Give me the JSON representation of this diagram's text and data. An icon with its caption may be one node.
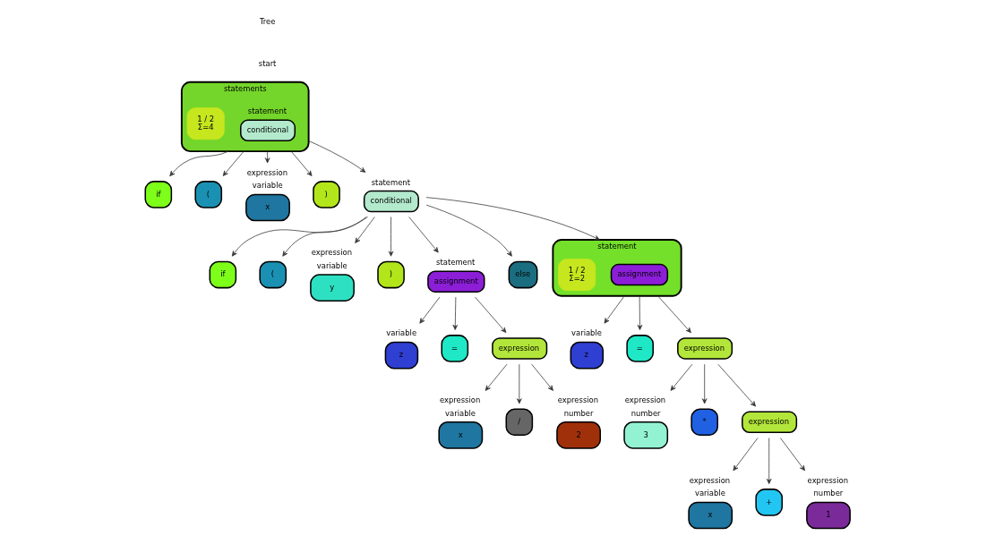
{
  "diagram": {
    "nodes": [
      {
        "text": [
          "statements"
        ]
      },
      {
        "text": [
          "statement",
          "conditional"
        ],
        "in": 0
      },
      {
        "text": [
          "1 / 2",
          "Σ=4"
        ],
        "in": 0
      },
      {
        "text": [
          "if"
        ]
      },
      {
        "text": [
          "("
        ]
      },
      {
        "text": [
          "expression",
          "variable",
          "x"
        ]
      },
      {
        "text": [
          ")"
        ]
      },
      {
        "text": [
          "statement",
          "conditional"
        ]
      },
      {
        "text": [
          "if"
        ]
      },
      {
        "text": [
          "("
        ]
      },
      {
        "text": [
          "expression",
          "variable",
          "y"
        ]
      },
      {
        "text": [
          ")"
        ]
      },
      {
        "text": [
          "statement",
          "assignment"
        ]
      },
      {
        "text": [
          "else"
        ]
      },
      {
        "text": [
          "statement"
        ]
      },
      {
        "text": [
          "assignment"
        ],
        "in": 14
      },
      {
        "text": [
          "1 / 2",
          "Σ=2"
        ],
        "in": 14
      },
      {
        "text": [
          "variable",
          "z"
        ]
      },
      {
        "text": [
          "="
        ]
      },
      {
        "text": [
          "expression"
        ]
      },
      {
        "text": [
          "expression",
          "variable",
          "x"
        ]
      },
      {
        "text": [
          "/"
        ]
      },
      {
        "text": [
          "expression",
          "number",
          "2"
        ]
      },
      {
        "text": [
          "variable",
          "z"
        ]
      },
      {
        "text": [
          "="
        ]
      },
      {
        "text": [
          "expression"
        ]
      },
      {
        "text": [
          "expression",
          "number",
          "3"
        ]
      },
      {
        "text": [
          "*"
        ]
      },
      {
        "text": [
          "expression"
        ]
      },
      {
        "text": [
          "expression",
          "variable",
          "x"
        ]
      },
      {
        "text": [
          "+"
        ]
      },
      {
        "text": [
          "expression",
          "number",
          "1"
        ]
      }
    ],
    "edges": [
      {
        "from": 0,
        "to": 3,
        "arrow": "to"
      },
      {
        "from": 0,
        "to": 4,
        "arrow": "to"
      },
      {
        "from": 0,
        "to": 5,
        "arrow": "to"
      },
      {
        "from": 0,
        "to": 6,
        "arrow": "to"
      },
      {
        "from": 0,
        "to": 7,
        "arrow": "to"
      },
      {
        "from": 7,
        "to": 8,
        "arrow": "to"
      },
      {
        "from": 7,
        "to": 9,
        "arrow": "to"
      },
      {
        "from": 7,
        "to": 10,
        "arrow": "to"
      },
      {
        "from": 7,
        "to": 11,
        "arrow": "to"
      },
      {
        "from": 7,
        "to": 12,
        "arrow": "to"
      },
      {
        "from": 7,
        "to": 13,
        "arrow": "to"
      },
      {
        "from": 7,
        "to": 14,
        "arrow": "to"
      },
      {
        "from": 12,
        "to": 17,
        "arrow": "to"
      },
      {
        "from": 12,
        "to": 18,
        "arrow": "to"
      },
      {
        "from": 12,
        "to": 19,
        "arrow": "to"
      },
      {
        "from": 19,
        "to": 20,
        "arrow": "to"
      },
      {
        "from": 19,
        "to": 21,
        "arrow": "to"
      },
      {
        "from": 19,
        "to": 22,
        "arrow": "to"
      },
      {
        "from": 14,
        "to": 23,
        "arrow": "to"
      },
      {
        "from": 14,
        "to": 24,
        "arrow": "to"
      },
      {
        "from": 14,
        "to": 25,
        "arrow": "to"
      },
      {
        "from": 25,
        "to": 26,
        "arrow": "to"
      },
      {
        "from": 25,
        "to": 27,
        "arrow": "to"
      },
      {
        "from": 25,
        "to": 28,
        "arrow": "to"
      },
      {
        "from": 28,
        "to": 29,
        "arrow": "to"
      },
      {
        "from": 28,
        "to": 30,
        "arrow": "to"
      },
      {
        "from": 28,
        "to": 31,
        "arrow": "to"
      }
    ],
    "labels": [
      "Tree",
      "start"
    ]
  }
}
